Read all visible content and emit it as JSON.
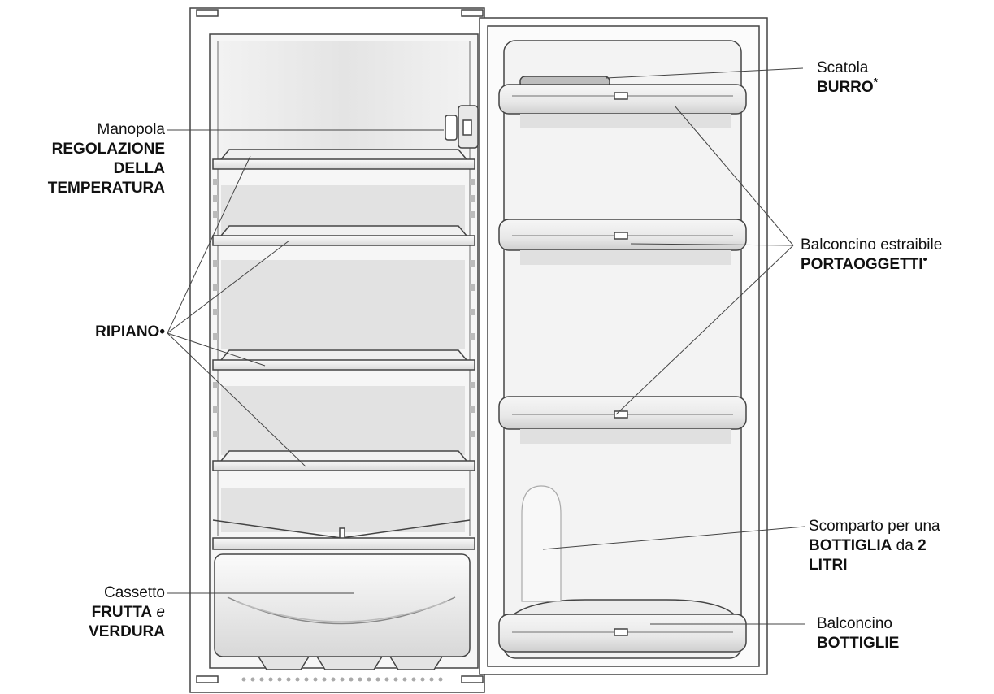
{
  "labels": {
    "manopola": {
      "line1": "Manopola",
      "line2": "REGOLAZIONE",
      "line3": "DELLA",
      "line4": "TEMPERATURA"
    },
    "ripiano": {
      "text": "RIPIANO",
      "mark": "•"
    },
    "cassetto": {
      "line1": "Cassetto",
      "line2_bold": "FRUTTA",
      "line2_italic": "e",
      "line3": "VERDURA"
    },
    "scatola": {
      "line1": "Scatola",
      "line2": "BURRO",
      "mark": "*"
    },
    "balconcino_estraibile": {
      "line1": "Balconcino estraibile",
      "line2": "PORTAOGGETTI",
      "mark": "•"
    },
    "scomparto": {
      "line1": "Scomparto per una",
      "line2_bold1": "BOTTIGLIA",
      "line2_normal": "da",
      "line2_bold2": "2",
      "line3": "LITRI"
    },
    "balconcino_bottiglie": {
      "line1": "Balconcino",
      "line2": "BOTTIGLIE"
    }
  },
  "colors": {
    "line": "#444444",
    "fill_light": "#f4f4f4",
    "fill_mid": "#e6e6e6",
    "fill_dark": "#cfcfcf"
  }
}
